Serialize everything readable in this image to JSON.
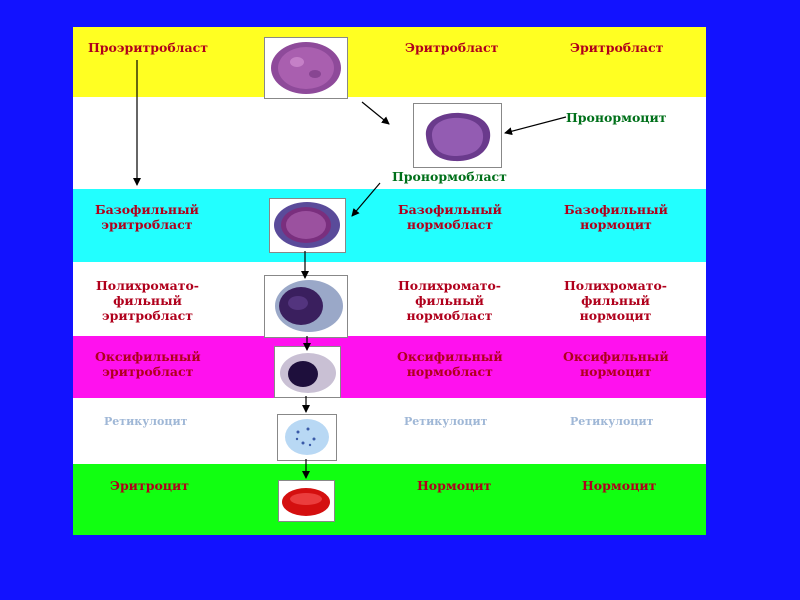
{
  "colors": {
    "background": "#1212ff",
    "band_yellow": "#ffff22",
    "band_cyan": "#22ffff",
    "band_magenta": "#ff11ee",
    "band_green": "#11ff11",
    "band_white": "#ffffff",
    "text_red": "#b0001c",
    "text_green": "#00701a"
  },
  "rows": {
    "proerythroblast": {
      "col1": "Проэритробласт",
      "col2": "Эритробласт",
      "col3": "Эритробласт"
    },
    "pronormocyte": {
      "col3": "Пронормоцит",
      "center": "Пронормобласт"
    },
    "basophilic": {
      "col1": [
        "Базофильный",
        "эритробласт"
      ],
      "col2": [
        "Базофильный",
        "нормобласт"
      ],
      "col3": [
        "Базофильный",
        "нормоцит"
      ]
    },
    "polychromatophilic": {
      "col1": [
        "Полихромато-",
        "фильный",
        "эритробласт"
      ],
      "col2": [
        "Полихромато-",
        "фильный",
        "нормобласт"
      ],
      "col3": [
        "Полихромато-",
        "фильный",
        "нормоцит"
      ]
    },
    "oxyphilic": {
      "col1": [
        "Оксифильный",
        "эритробласт"
      ],
      "col2": [
        "Оксифильный",
        "нормобласт"
      ],
      "col3": [
        "Оксифильный",
        "нормоцит"
      ]
    },
    "reticulocyte": {
      "col1": "Ретикулоцит",
      "col2": "Ретикулоцит",
      "col3": "Ретикулоцит"
    },
    "erythrocyte": {
      "col1": "Эритроцит",
      "col2": "Нормоцит",
      "col3": "Нормоцит"
    }
  }
}
